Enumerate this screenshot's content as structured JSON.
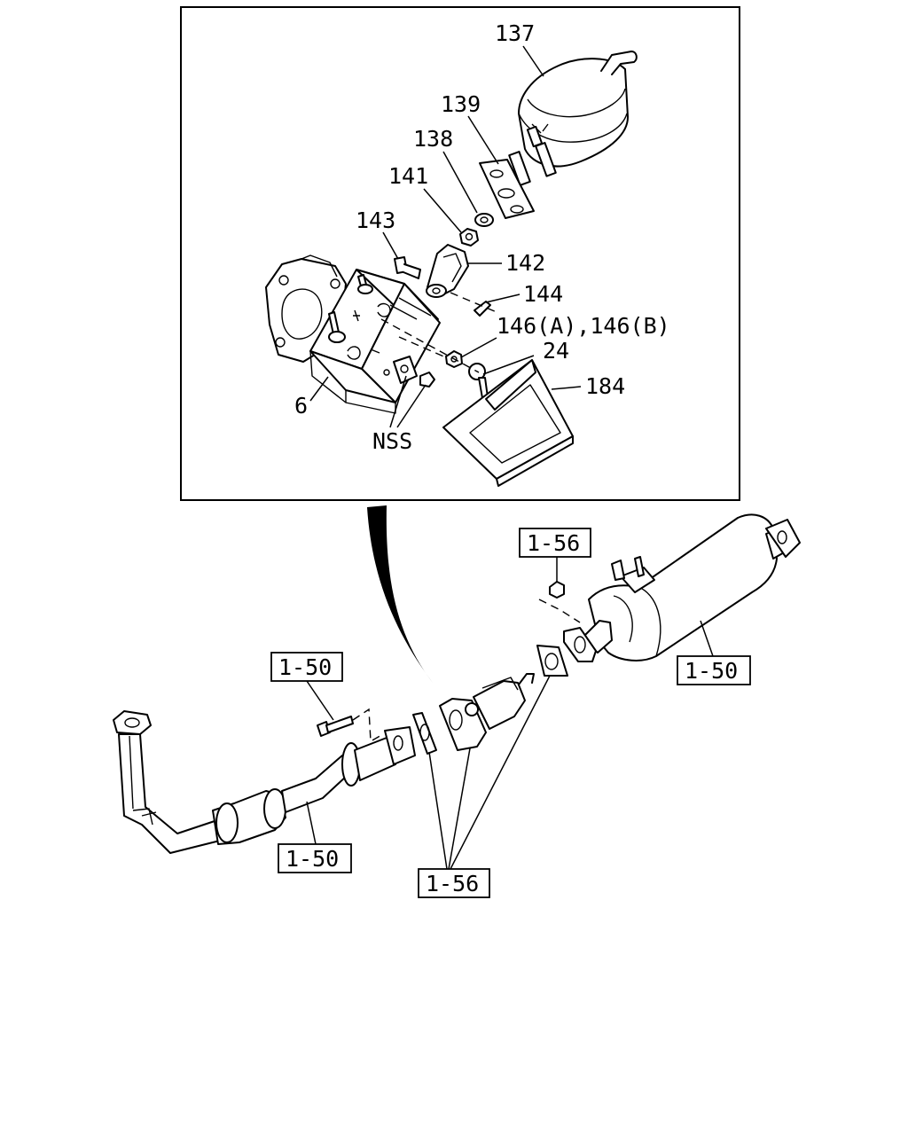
{
  "detail_labels": {
    "p137": "137",
    "p139": "139",
    "p138": "138",
    "p141": "141",
    "p143": "143",
    "p142": "142",
    "p144": "144",
    "p146": "146(A),146(B)",
    "p24": "24",
    "p184": "184",
    "p6": "6",
    "nss": "NSS"
  },
  "references": {
    "ref_156_top": "1-56",
    "ref_150_right": "1-50",
    "ref_150_left": "1-50",
    "ref_150_bottom": "1-50",
    "ref_156_bottom": "1-56"
  }
}
